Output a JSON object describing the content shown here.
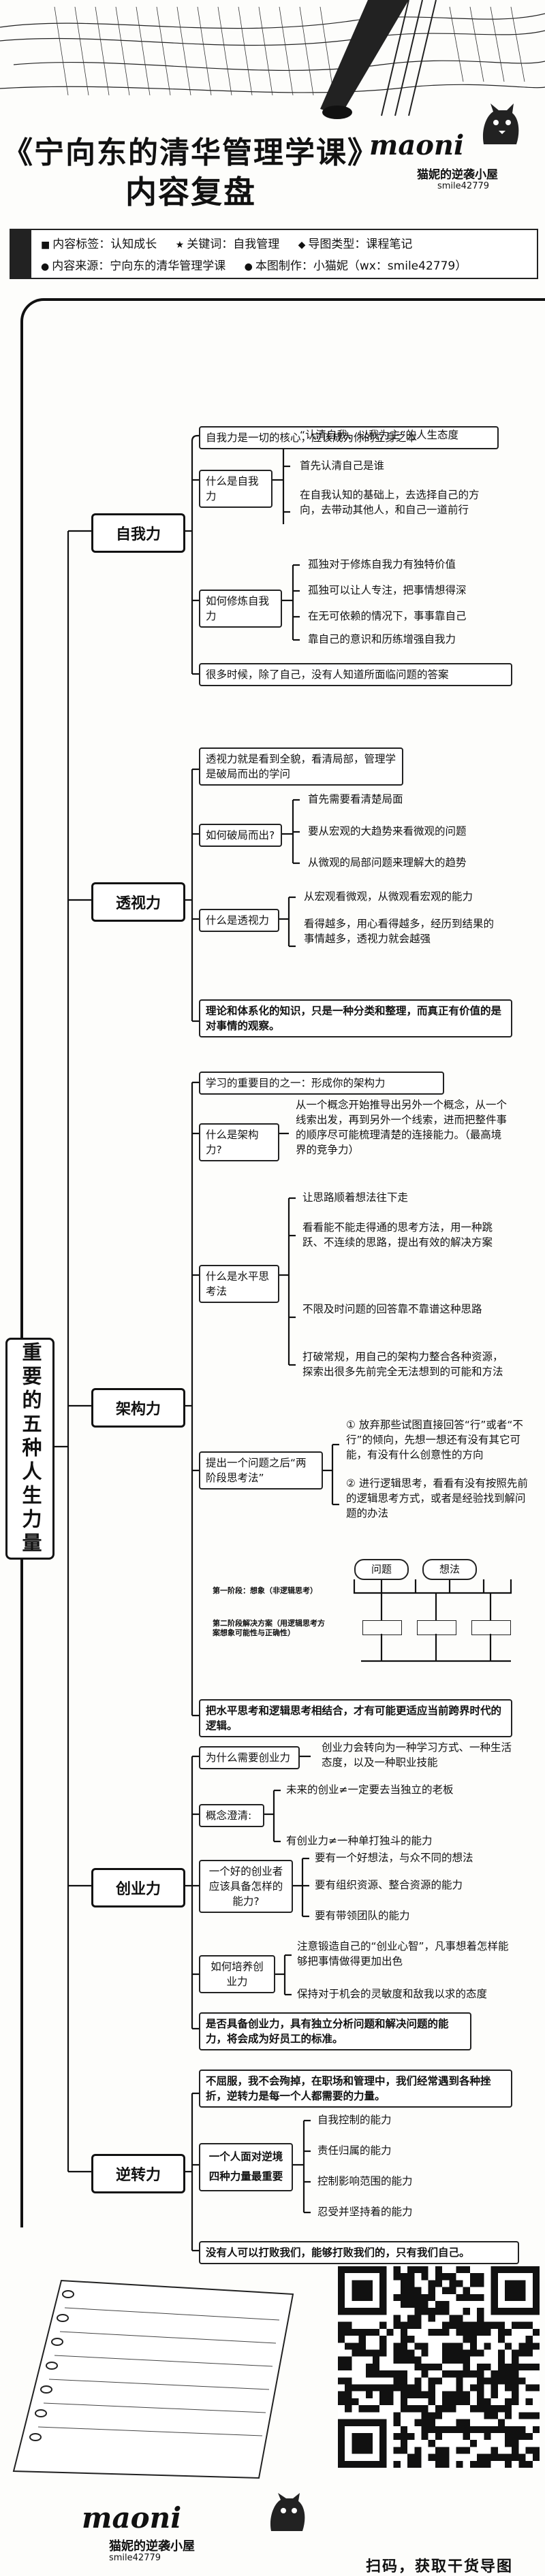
{
  "header": {
    "title_line1": "《宁向东的清华管理学课》",
    "title_line2": "内容复盘",
    "logo_name": "maoni",
    "logo_tagline": "猫妮的逆袭小屋",
    "logo_handle": "smile42779"
  },
  "info": {
    "tags_label": "内容标签：认知成长",
    "keywords_label": "关键词：自我管理",
    "type_label": "导图类型：课程笔记",
    "source_label": "内容来源：宁向东的清华管理学课",
    "author_label": "本图制作：小猫妮（wx：smile42779）"
  },
  "root": "重要的五种人生力量",
  "s1": {
    "title": "自我力",
    "n1": "自我力是一切的核心，应该成为你的立身之本",
    "q1": "什么是自我力",
    "a1": "“认清自我、以我为主”的人生态度",
    "a2": "首先认清自己是谁",
    "a3": "在自我认知的基础上，去选择自己的方向，去带动其他人，和自己一道前行",
    "q2": "如何修炼自我力",
    "b1": "孤独对于修炼自我力有独特价值",
    "b2": "孤独可以让人专注，把事情想得深",
    "b3": "在无可依赖的情况下，事事靠自己",
    "b4": "靠自己的意识和历练增强自我力",
    "n2": "很多时候，除了自己，没有人知道所面临问题的答案"
  },
  "s2": {
    "title": "透视力",
    "n1": "透视力就是看到全貌，看清局部，管理学是破局而出的学问",
    "q1": "如何破局而出?",
    "a1": "首先需要看清楚局面",
    "a2": "要从宏观的大趋势来看微观的问题",
    "a3": "从微观的局部问题来理解大的趋势",
    "q2": "什么是透视力",
    "b1": "从宏观看微观，从微观看宏观的能力",
    "b2": "看得越多，用心看得越多，经历到结果的事情越多，透视力就会越强",
    "n2": "理论和体系化的知识，只是一种分类和整理，而真正有价值的是对事情的观察。"
  },
  "s3": {
    "title": "架构力",
    "n1": "学习的重要目的之一：形成你的架构力",
    "q1": "什么是架构力?",
    "a1": "从一个概念开始推导出另外一个概念，从一个线索出发，再到另外一个线索，进而把整件事的顺序尽可能梳理清楚的连接能力。（最高境界的竞争力）",
    "q2": "什么是水平思考法",
    "b1": "让思路顺着想法往下走",
    "b2": "看看能不能走得通的思考方法，用一种跳跃、不连续的思路，提出有效的解决方案",
    "b3": "不限及时问题的回答靠不靠谱这种思路",
    "b4": "打破常规，用自己的架构力整合各种资源，探索出很多先前完全无法想到的可能和方法",
    "q3": "提出一个问题之后“两阶段思考法”",
    "c1": "① 放弃那些试图直接回答“行”或者“不行”的倾向，先想一想还有没有其它可能，有没有什么创意性的方向",
    "c2": "② 进行逻辑思考，看看有没有按照先前的逻辑思考方式，或者是经验找到解问题的办法",
    "d_q": "问题",
    "d_idea": "想法",
    "d_stage1": "第一阶段：想象（非逻辑思考）",
    "d_stage2": "第二阶段解决方案（用逻辑思考方案想象可能性与正确性）",
    "n2": "把水平思考和逻辑思考相结合，才有可能更适应当前跨界时代的逻辑。"
  },
  "s4": {
    "title": "创业力",
    "q1": "为什么需要创业力",
    "a1": "创业力会转向为一种学习方式、一种生活态度，以及一种职业技能",
    "q2": "概念澄清:",
    "b1": "未来的创业≠一定要去当独立的老板",
    "b2": "有创业力≠一种单打独斗的能力",
    "q3": "一个好的创业者应该具备怎样的能力?",
    "c1": "要有一个好想法，与众不同的想法",
    "c2": "要有组织资源、整合资源的能力",
    "c3": "要有带领团队的能力",
    "q4": "如何培养创业力",
    "e1": "注意锻造自己的“创业心智”，凡事想着怎样能够把事情做得更加出色",
    "e2": "保持对于机会的灵敏度和敌我以求的态度",
    "n2": "是否具备创业力，具有独立分析问题和解决问题的能力，将会成为好员工的标准。"
  },
  "s5": {
    "title": "逆转力",
    "n1": "不屈服，我不会殉掉，在职场和管理中，我们经常遇到各种挫折，逆转力是每一个人都需要的力量。",
    "q1": "一个人面对逆境",
    "q1b": "四种力量最重要",
    "a1": "自我控制的能力",
    "a2": "责任归属的能力",
    "a3": "控制影响范围的能力",
    "a4": "忍受并坚持着的能力",
    "n2": "没有人可以打败我们，能够打败我们的，只有我们自己。"
  },
  "footer": {
    "logo_name": "maoni",
    "logo_tagline": "猫妮的逆袭小屋",
    "logo_handle": "smile42779",
    "qr_caption": "扫码，获取干货导图"
  }
}
